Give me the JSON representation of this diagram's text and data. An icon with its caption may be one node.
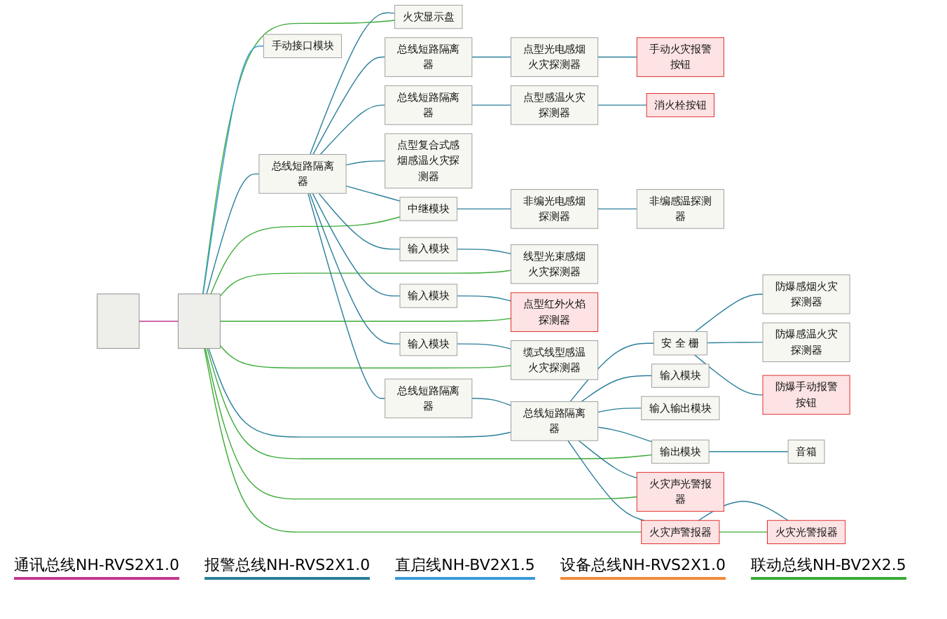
{
  "diagram": {
    "nodes": [
      {
        "text": [],
        "shape": "box"
      },
      {
        "text": [],
        "shape": "box"
      },
      {
        "text": [
          "总线短路隔离器"
        ]
      },
      {
        "text": [
          "火灾显示盘"
        ]
      },
      {
        "text": [
          "总线短路隔离器"
        ]
      },
      {
        "text": [
          "点型光电感烟火灾探测器"
        ]
      },
      {
        "text": [
          "手动火灾报警按钮"
        ]
      },
      {
        "text": [
          "总线短路隔离器"
        ]
      },
      {
        "text": [
          "点型感温火灾探测器"
        ]
      },
      {
        "text": [
          "消火栓按钮"
        ]
      },
      {
        "text": [
          "点型复合式感烟感温火灾探测器"
        ]
      },
      {
        "text": [
          "中继模块"
        ]
      },
      {
        "text": [
          "非编光电感烟探测器"
        ]
      },
      {
        "text": [
          "非编感温探测器"
        ]
      },
      {
        "text": [
          "输入模块"
        ]
      },
      {
        "text": [
          "线型光束感烟火灾探测器"
        ]
      },
      {
        "text": [
          "输入模块"
        ]
      },
      {
        "text": [
          "点型红外火焰探测器"
        ]
      },
      {
        "text": [
          "输入模块"
        ]
      },
      {
        "text": [
          "缆式线型感温火灾探测器"
        ]
      },
      {
        "text": [
          "总线短路隔离器"
        ]
      },
      {
        "text": [
          "总线短路隔离器"
        ]
      },
      {
        "text": [
          "安 全 栅"
        ]
      },
      {
        "text": [
          "防爆感烟火灾探测器"
        ]
      },
      {
        "text": [
          "防爆感温火灾探测器"
        ]
      },
      {
        "text": [
          "防爆手动报警按钮"
        ]
      },
      {
        "text": [
          "输入模块"
        ]
      },
      {
        "text": [
          "输入输出模块"
        ]
      },
      {
        "text": [
          "手动接口模块"
        ]
      },
      {
        "text": [
          "输出模块"
        ]
      },
      {
        "text": [
          "音箱"
        ]
      },
      {
        "text": [
          "火灾声光警报器"
        ]
      },
      {
        "text": [
          "火灾声警报器"
        ]
      },
      {
        "text": [
          "火灾光警报器"
        ]
      }
    ],
    "edges": [
      {
        "from": 0,
        "to": 1,
        "arrow": "none",
        "color": "#c0398f"
      },
      {
        "from": 1,
        "to": 2,
        "arrow": "none"
      },
      {
        "from": 2,
        "to": 3,
        "arrow": "none"
      },
      {
        "from": 1,
        "to": 3,
        "arrow": "none",
        "color": "#3aaa35"
      },
      {
        "from": 2,
        "to": 4,
        "arrow": "none"
      },
      {
        "from": 4,
        "to": 5,
        "arrow": "none"
      },
      {
        "from": 5,
        "to": 6,
        "arrow": "none"
      },
      {
        "from": 2,
        "to": 7,
        "arrow": "none"
      },
      {
        "from": 7,
        "to": 8,
        "arrow": "none"
      },
      {
        "from": 8,
        "to": 9,
        "arrow": "none"
      },
      {
        "from": 2,
        "to": 10,
        "arrow": "none"
      },
      {
        "from": 2,
        "to": 11,
        "arrow": "none"
      },
      {
        "from": 1,
        "to": 11,
        "arrow": "none",
        "color": "#3aaa35"
      },
      {
        "from": 11,
        "to": 12,
        "arrow": "none"
      },
      {
        "from": 12,
        "to": 13,
        "arrow": "none"
      },
      {
        "from": 2,
        "to": 14,
        "arrow": "none"
      },
      {
        "from": 14,
        "to": 15,
        "arrow": "none"
      },
      {
        "from": 1,
        "to": 15,
        "arrow": "none",
        "color": "#3aaa35"
      },
      {
        "from": 2,
        "to": 16,
        "arrow": "none"
      },
      {
        "from": 16,
        "to": 17,
        "arrow": "none"
      },
      {
        "from": 1,
        "to": 17,
        "arrow": "none",
        "color": "#3aaa35"
      },
      {
        "from": 2,
        "to": 18,
        "arrow": "none"
      },
      {
        "from": 18,
        "to": 19,
        "arrow": "none"
      },
      {
        "from": 1,
        "to": 19,
        "arrow": "none",
        "color": "#3aaa35"
      },
      {
        "from": 2,
        "to": 20,
        "arrow": "none"
      },
      {
        "from": 20,
        "to": 21,
        "arrow": "none"
      },
      {
        "from": 1,
        "to": 21,
        "arrow": "none"
      },
      {
        "from": 21,
        "to": 22,
        "arrow": "none"
      },
      {
        "from": 22,
        "to": 23,
        "arrow": "none"
      },
      {
        "from": 22,
        "to": 24,
        "arrow": "none"
      },
      {
        "from": 22,
        "to": 25,
        "arrow": "none"
      },
      {
        "from": 21,
        "to": 26,
        "arrow": "none"
      },
      {
        "from": 21,
        "to": 27,
        "arrow": "none"
      },
      {
        "from": 1,
        "to": 28,
        "arrow": "none",
        "color": "#3a9ad9"
      },
      {
        "from": 21,
        "to": 29,
        "arrow": "none"
      },
      {
        "from": 1,
        "to": 29,
        "arrow": "none",
        "color": "#3aaa35"
      },
      {
        "from": 29,
        "to": 30,
        "arrow": "none"
      },
      {
        "from": 21,
        "to": 31,
        "arrow": "none"
      },
      {
        "from": 1,
        "to": 31,
        "arrow": "none",
        "color": "#3aaa35"
      },
      {
        "from": 21,
        "to": 32,
        "arrow": "none"
      },
      {
        "from": 1,
        "to": 32,
        "arrow": "none",
        "color": "#3aaa35"
      },
      {
        "from": 32,
        "to": 33,
        "arrow": "none"
      },
      {
        "from": 32,
        "to": 33,
        "arrow": "none",
        "color": "#3aaa35"
      }
    ],
    "legend": [
      {
        "text": "通讯总线NH-RVS2X1.0",
        "color": "#c0398f"
      },
      {
        "text": "报警总线NH-RVS2X1.0",
        "color": "#2a7f9a"
      },
      {
        "text": "直启线NH-BV2X1.5",
        "color": "#3a9ad9"
      },
      {
        "text": "设备总线NH-RVS2X1.0",
        "color": "#f08a3a"
      },
      {
        "text": "联动总线NH-BV2X2.5",
        "color": "#3aaa35"
      }
    ]
  }
}
